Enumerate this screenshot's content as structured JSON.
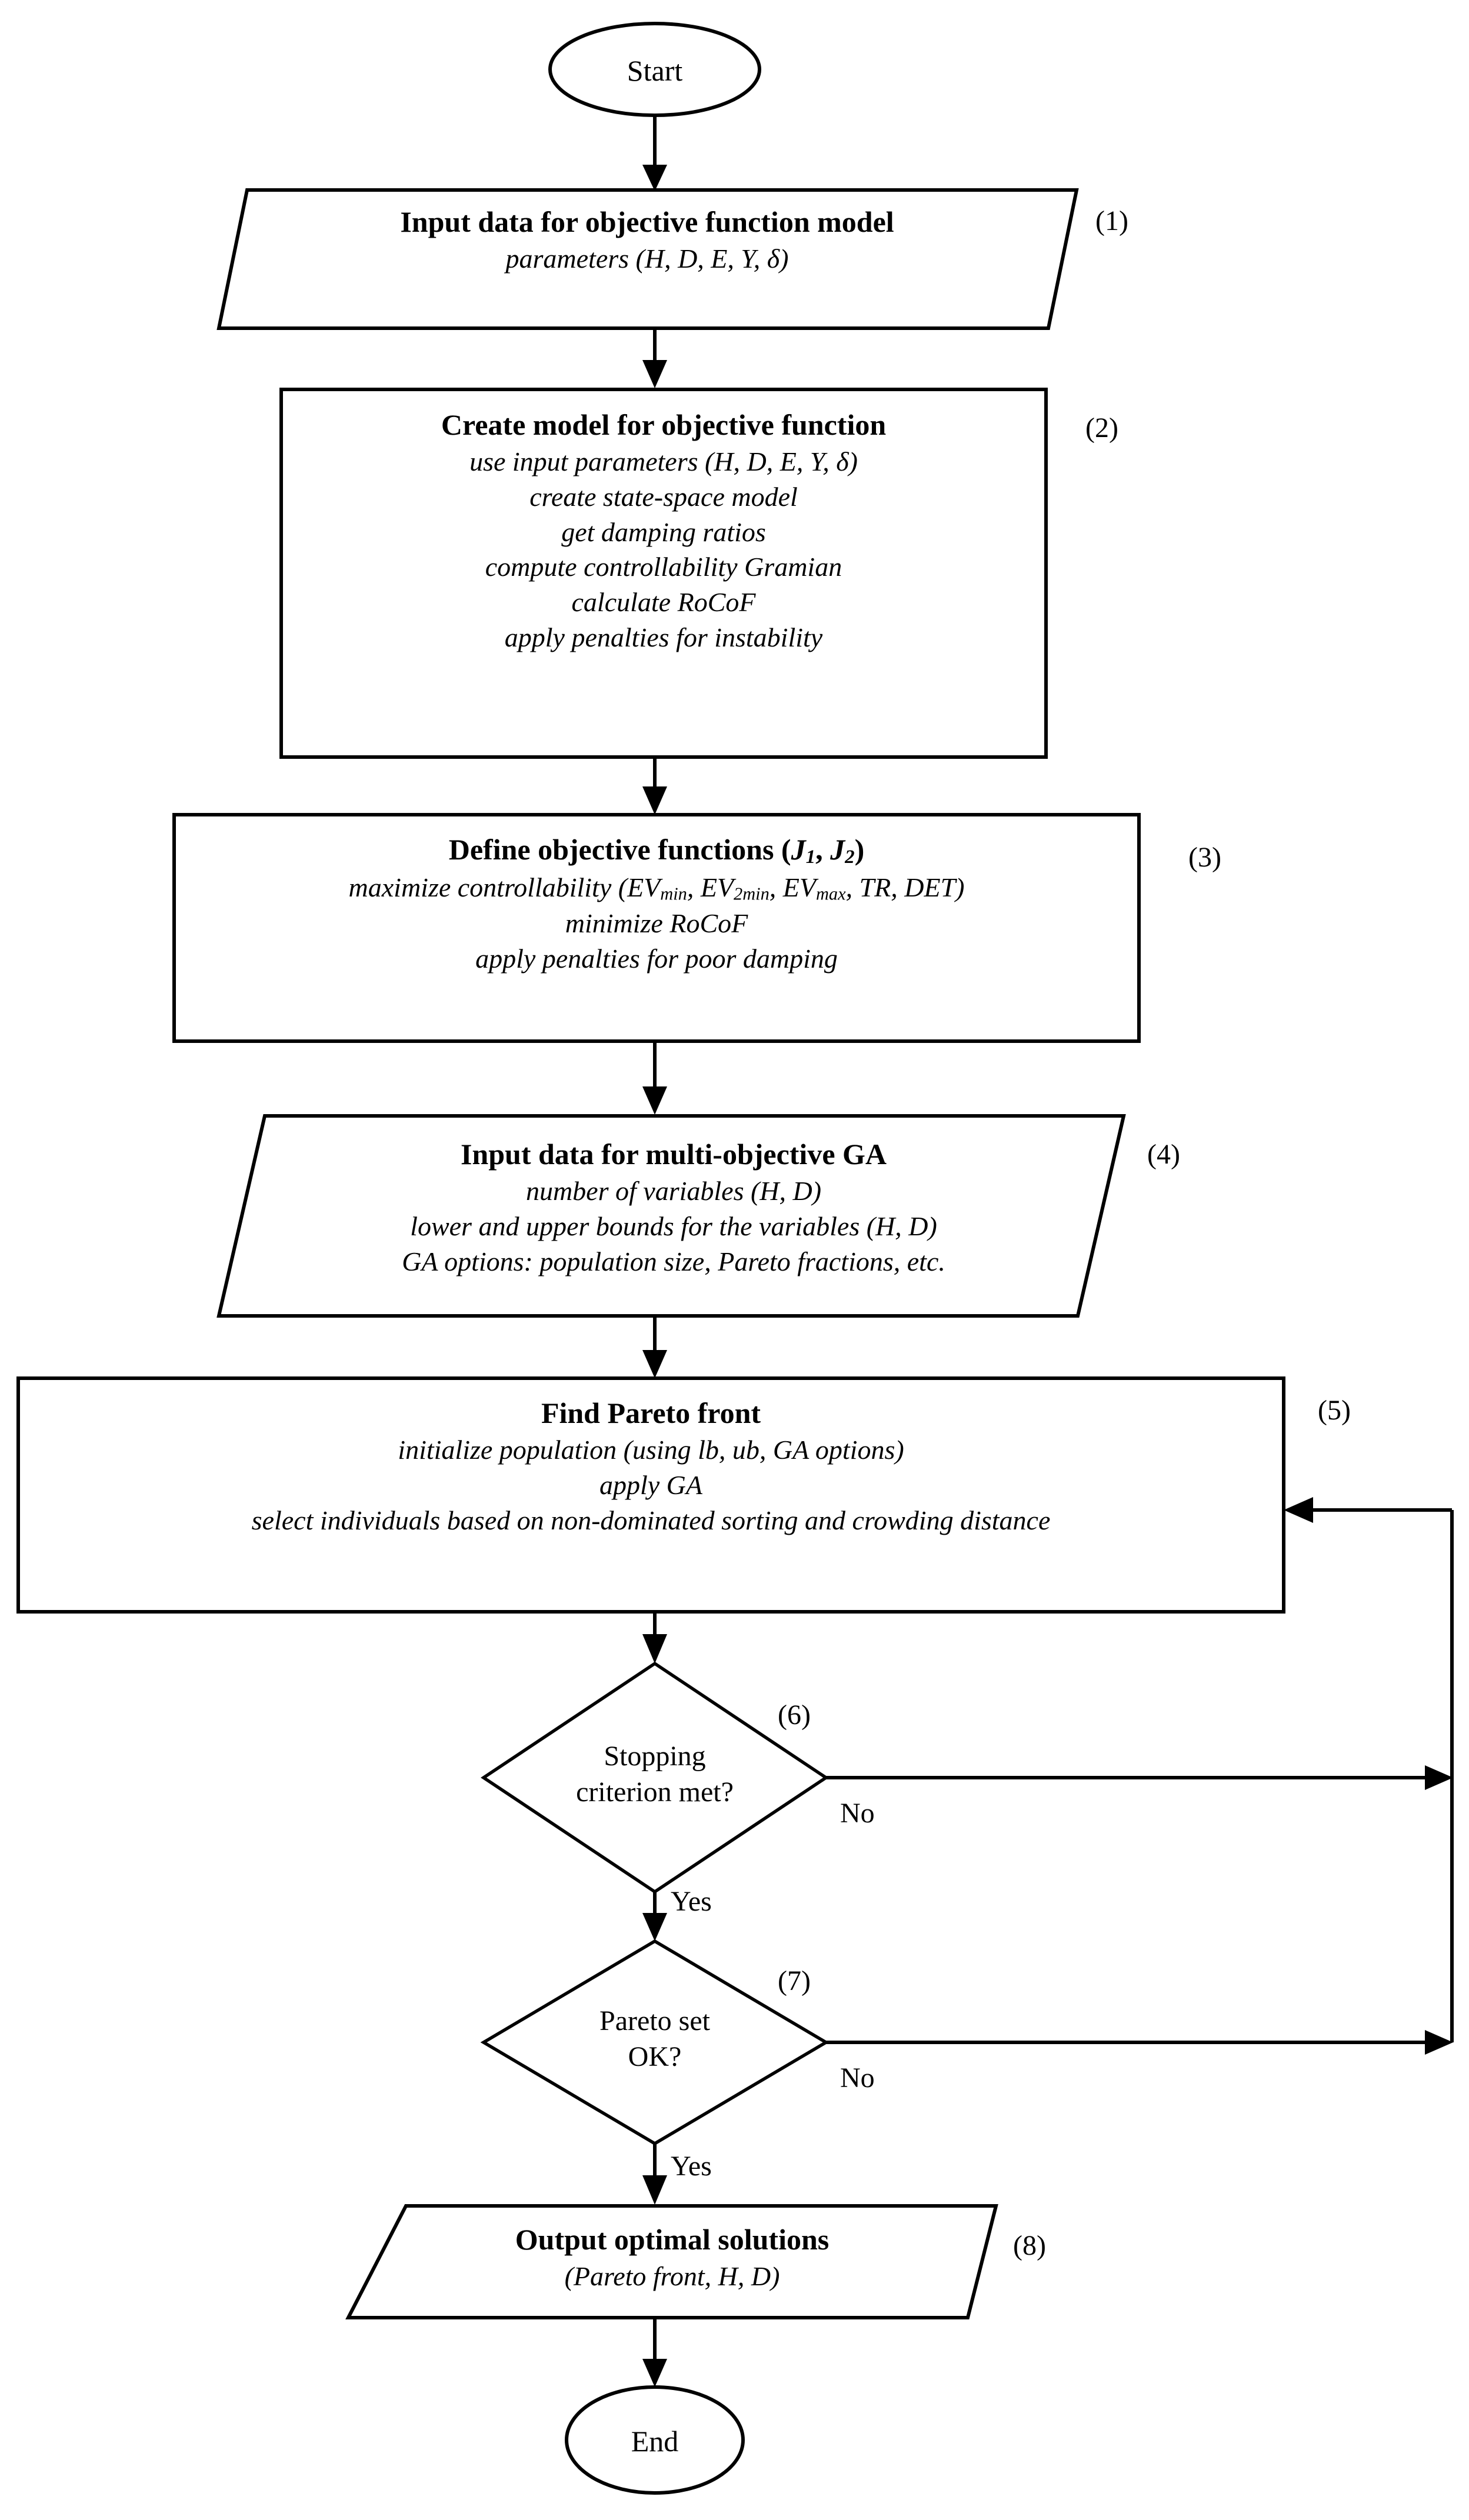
{
  "diagram": {
    "title": "Multi-objective GA optimization flowchart",
    "colors": {
      "stroke": "#000000",
      "fill": "#ffffff",
      "text": "#000000"
    },
    "terminals": {
      "start": "Start",
      "end": "End"
    },
    "nodes": [
      {
        "id": "n1",
        "step": "(1)",
        "shape": "parallelogram",
        "heading": "Input data for objective function model",
        "lines": [
          "parameters (H, D, E, Y, δ)"
        ]
      },
      {
        "id": "n2",
        "step": "(2)",
        "shape": "rectangle",
        "heading": "Create model for objective function",
        "lines": [
          "use input parameters (H, D, E, Y, δ)",
          "create state-space model",
          "get damping ratios",
          "compute controllability Gramian",
          "calculate RoCoF",
          "apply penalties for instability"
        ]
      },
      {
        "id": "n3",
        "step": "(3)",
        "shape": "rectangle",
        "heading": "Define objective functions (J1, J2)",
        "lines": [
          "maximize controllability (EVmin, EV2min, EVmax, TR, DET)",
          "minimize RoCoF",
          "apply penalties for poor damping"
        ]
      },
      {
        "id": "n4",
        "step": "(4)",
        "shape": "parallelogram",
        "heading": "Input data for multi-objective GA",
        "lines": [
          "number of variables (H, D)",
          "lower and upper bounds for the variables (H, D)",
          "GA options: population size, Pareto fractions, etc."
        ]
      },
      {
        "id": "n5",
        "step": "(5)",
        "shape": "rectangle",
        "heading": "Find Pareto front",
        "lines": [
          "initialize population (using lb, ub, GA options)",
          "apply GA",
          "select individuals based on non-dominated sorting and crowding distance"
        ]
      },
      {
        "id": "n6",
        "step": "(6)",
        "shape": "diamond",
        "heading": "",
        "lines": [
          "Stopping",
          "criterion met?"
        ]
      },
      {
        "id": "n7",
        "step": "(7)",
        "shape": "diamond",
        "heading": "",
        "lines": [
          "Pareto set",
          "OK?"
        ]
      },
      {
        "id": "n8",
        "step": "(8)",
        "shape": "parallelogram",
        "heading": "Output optimal solutions",
        "lines": [
          "(Pareto front, H, D)"
        ]
      }
    ],
    "edge_labels": {
      "no_6": "No",
      "yes_6": "Yes",
      "no_7": "No",
      "yes_7": "Yes"
    }
  }
}
